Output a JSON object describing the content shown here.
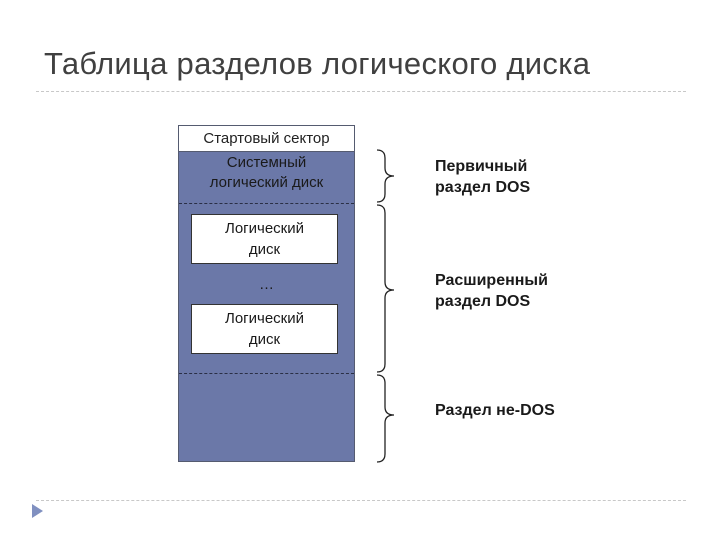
{
  "slide": {
    "title": "Таблица разделов логического диска"
  },
  "disk": {
    "boot_sector": "Стартовый сектор",
    "system_disk": [
      "Системный",
      "логический диск"
    ],
    "logical_disk_1": [
      "Логический",
      "диск"
    ],
    "ellipsis": "…",
    "logical_disk_2": [
      "Логический",
      "диск"
    ]
  },
  "partitions": {
    "primary": [
      "Первичный",
      "раздел DOS"
    ],
    "extended": [
      "Расширенный",
      "раздел DOS"
    ],
    "non_dos": [
      "Раздел не-DOS"
    ]
  },
  "colors": {
    "disk_fill": "#6b78a8",
    "title_text": "#404040",
    "nav_arrow": "#8090c0"
  }
}
